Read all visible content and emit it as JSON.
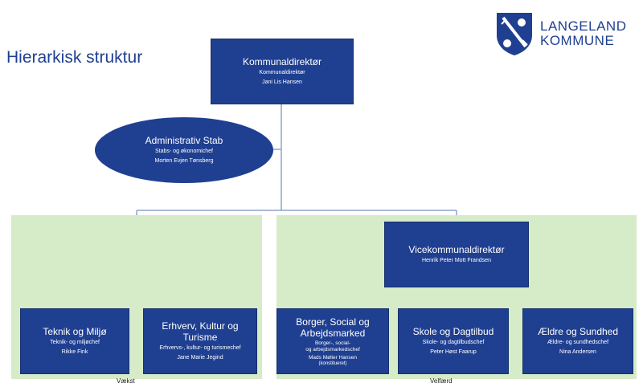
{
  "title": "Hierarkisk struktur",
  "logo": {
    "line1": "LANGELAND",
    "line2": "KOMMUNE",
    "icon": "shield-crest-icon",
    "color": "#1f3f91"
  },
  "colors": {
    "box": "#1f3f91",
    "zone": "#d6ebc7",
    "line": "#8fa3c8"
  },
  "zones": {
    "left": "Vækst",
    "right": "Velfærd"
  },
  "top": {
    "title": "Kommunaldirektør",
    "role": "Kommunaldirektør",
    "name": "Jani Lis Hansen"
  },
  "staff": {
    "title": "Administrativ Stab",
    "role": "Stabs- og økonomichef",
    "name": "Morten Evjen Tønsberg"
  },
  "vice": {
    "title": "Vicekommunaldirektør",
    "name": "Henrik Peter Mott Frandsen"
  },
  "depts": [
    {
      "title": "Teknik og Miljø",
      "role": "Teknik- og miljøchef",
      "name": "Rikke Fink"
    },
    {
      "title": "Erhverv, Kultur og Turisme",
      "role": "Erhvervs-, kultur- og turismechef",
      "name": "Jane Marie Jegind"
    },
    {
      "title": "Borger, Social og Arbejdsmarked",
      "role": "Borger-, social-\nog arbejdsmarkedschef",
      "name": "Mads Møller Hansen",
      "note": "(konstitueret)"
    },
    {
      "title": "Skole og Dagtilbud",
      "role": "Skole- og dagtilbudschef",
      "name": "Peter Høst Faarup"
    },
    {
      "title": "Ældre og Sundhed",
      "role": "Ældre- og sundhedschef",
      "name": "Nina Andersen"
    }
  ]
}
